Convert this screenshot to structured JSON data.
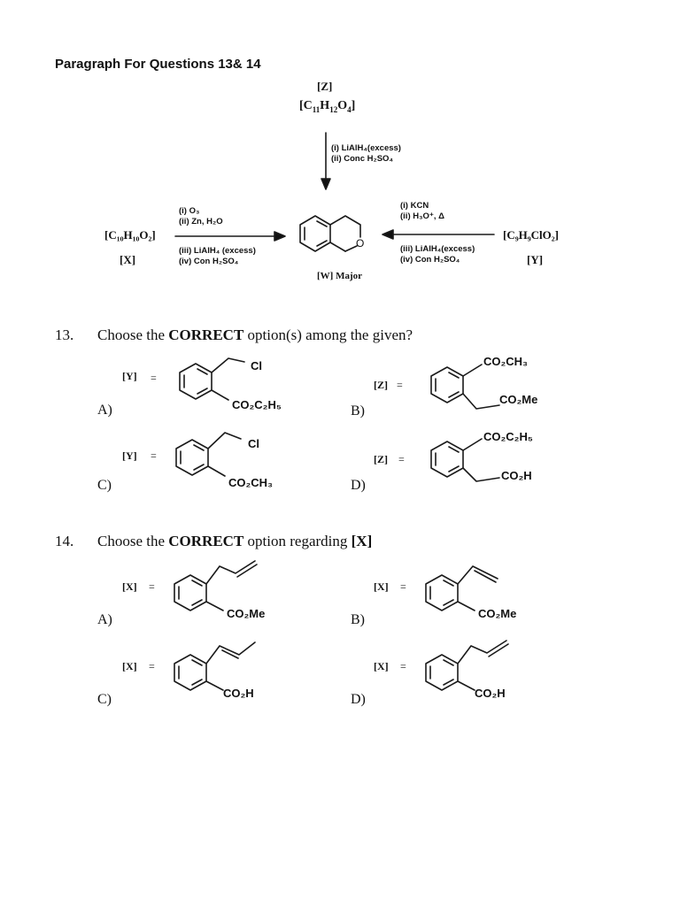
{
  "heading": "Paragraph For Questions 13& 14",
  "scheme": {
    "z_label": "[Z]",
    "z_formula_main": "[C",
    "z_formula_sub1": "11",
    "z_formula_h": "H",
    "z_formula_sub2": "12",
    "z_formula_o": "O",
    "z_formula_sub3": "4",
    "z_formula_end": "]",
    "z_cond1": "(i) LiAlH₄(excess)",
    "z_cond2": "(ii) Conc H₂SO₄",
    "x_formula": "[C₁₀H₁₀O₂]",
    "x_label": "[X]",
    "x_cond1": "(i) O₃",
    "x_cond2": "(ii) Zn, H₂O",
    "x_cond3": "(iii) LiAlH₄ (excess)",
    "x_cond4": "(iv) Con H₂SO₄",
    "y_formula": "[C₉H₉ClO₂]",
    "y_label": "[Y]",
    "y_cond1": "(i) KCN",
    "y_cond2": "(ii) H₃O⁺, Δ",
    "y_cond3": "(iii) LiAlH₄(excess)",
    "y_cond4": "(iv) Con H₂SO₄",
    "w_ring_atom": "O",
    "w_label": "[W] Major"
  },
  "q13": {
    "number": "13.",
    "text_before": "Choose the ",
    "text_bold": "CORRECT",
    "text_after": " option(s) among the given?",
    "options": [
      {
        "letter": "A)",
        "label": "[Y]",
        "eq": "=",
        "group_top": "Cl",
        "group_bottom": "CO₂C₂H₅"
      },
      {
        "letter": "B)",
        "label": "[Z]",
        "eq": "=",
        "group_top": "CO₂CH₃",
        "group_bottom": "CO₂Me"
      },
      {
        "letter": "C)",
        "label": "[Y]",
        "eq": "=",
        "group_top": "Cl",
        "group_bottom": "CO₂CH₃"
      },
      {
        "letter": "D)",
        "label": "[Z]",
        "eq": "=",
        "group_top": "CO₂C₂H₅",
        "group_bottom": "CO₂H"
      }
    ]
  },
  "q14": {
    "number": "14.",
    "text_before": "Choose the ",
    "text_bold": "CORRECT",
    "text_after": " option regarding ",
    "text_bold2": "[X]",
    "options": [
      {
        "letter": "A)",
        "label": "[X]",
        "eq": "=",
        "group_bottom": "CO₂Me"
      },
      {
        "letter": "B)",
        "label": "[X]",
        "eq": "=",
        "group_bottom": "CO₂Me"
      },
      {
        "letter": "C)",
        "label": "[X]",
        "eq": "=",
        "group_bottom": "CO₂H"
      },
      {
        "letter": "D)",
        "label": "[X]",
        "eq": "=",
        "group_bottom": "CO₂H"
      }
    ]
  }
}
